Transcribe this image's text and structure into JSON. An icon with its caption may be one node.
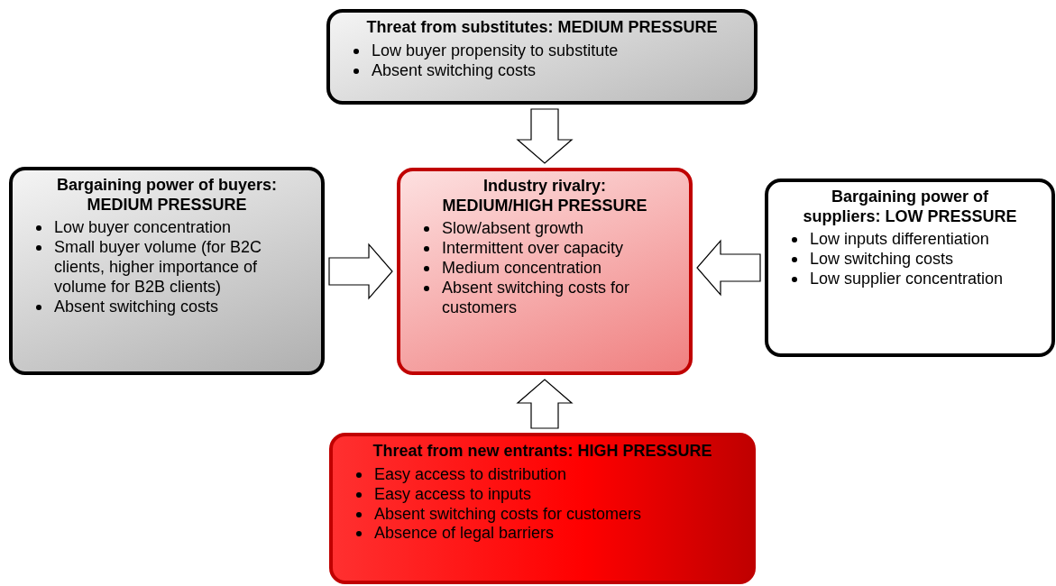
{
  "diagram": {
    "nodes": [
      {
        "text": [
          "Threat from substitutes: MEDIUM PRESSURE",
          "Low buyer propensity to substitute",
          "Absent switching costs"
        ]
      },
      {
        "text": [
          "Bargaining power of buyers: MEDIUM PRESSURE",
          "Low buyer concentration",
          "Small buyer volume (for B2C clients, higher importance of volume for B2B clients)",
          "Absent switching costs"
        ]
      },
      {
        "text": [
          "Industry rivalry: MEDIUM/HIGH PRESSURE",
          "Slow/absent growth",
          "Intermittent over capacity",
          "Medium concentration",
          "Absent switching costs for customers"
        ]
      },
      {
        "text": [
          "Bargaining power of suppliers: LOW PRESSURE",
          "Low inputs differentiation",
          "Low switching costs",
          "Low supplier concentration"
        ]
      },
      {
        "text": [
          "Threat from new entrants: HIGH PRESSURE",
          "Easy access to distribution",
          "Easy access to inputs",
          "Absent switching costs for customers",
          "Absence of legal barriers"
        ]
      }
    ],
    "edges": [
      {
        "from": 0,
        "to": 2,
        "arrow": "to"
      },
      {
        "from": 1,
        "to": 2,
        "arrow": "to"
      },
      {
        "from": 3,
        "to": 2,
        "arrow": "to"
      },
      {
        "from": 4,
        "to": 2,
        "arrow": "to"
      }
    ]
  }
}
